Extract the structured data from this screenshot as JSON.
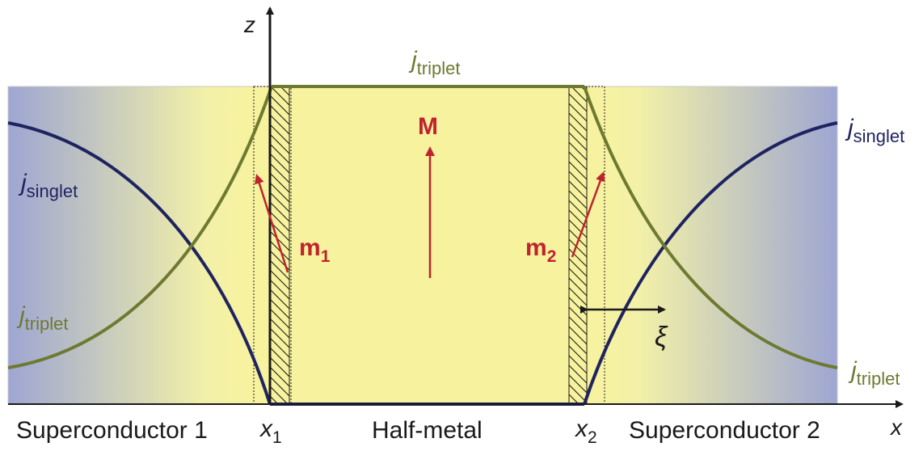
{
  "labels": {
    "z_axis": "z",
    "x_axis": "x",
    "j_symbol": "j",
    "triplet": "triplet",
    "singlet": "singlet",
    "M": "M",
    "m_symbol": "m",
    "m1_sub": "1",
    "m2_sub": "2",
    "x_symbol": "x",
    "x1_sub": "1",
    "x2_sub": "2",
    "xi": "ξ",
    "region_left": "Superconductor 1",
    "region_middle": "Half-metal",
    "region_right": "Superconductor 2"
  },
  "colors": {
    "superconductor_blue": "#9ea6d2",
    "half_metal_yellow": "#f7f29e",
    "singlet_curve": "#1f2461",
    "triplet_curve": "#6e7a32",
    "magnetization": "#c0222e",
    "axes": "#1a1a1a"
  }
}
